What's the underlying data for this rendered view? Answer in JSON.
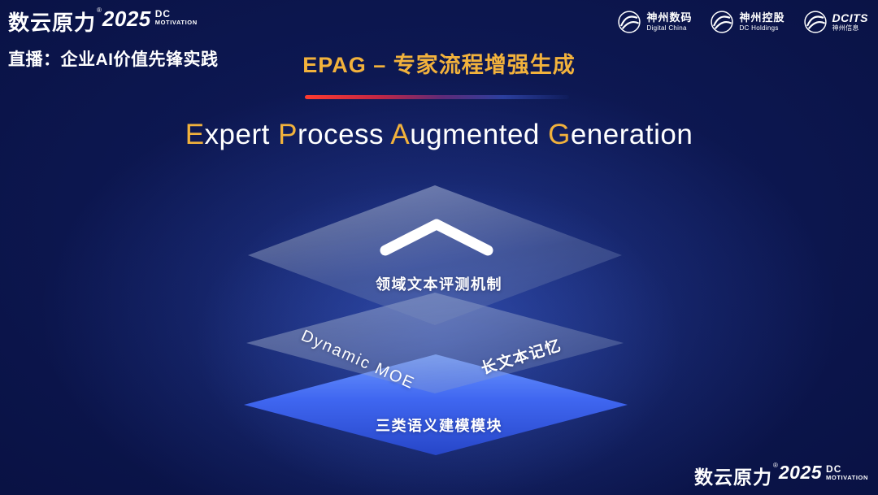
{
  "colors": {
    "background_deep": "#050824",
    "background_glow": "#3e64de",
    "accent_gold": "#f2b23c",
    "layer_blue": "#3f66f0",
    "divider_red": "#ff3b2f",
    "divider_blue": "#2b3f9e",
    "text_white": "#ffffff"
  },
  "header": {
    "brand": {
      "name": "数云原力",
      "reg": "®",
      "year": "2025",
      "sub_top": "DC",
      "sub_bottom": "MOTIVATION"
    },
    "live_label": "直播：企业AI价值先锋实践",
    "partner_logos": [
      {
        "name": "神州数码",
        "sub": "Digital China",
        "icon": "digital-china-swoosh"
      },
      {
        "name": "神州控股",
        "sub": "DC Holdings",
        "icon": "dc-holdings-swoosh"
      },
      {
        "name": "DCITS",
        "sub": "神州信息",
        "icon": "dcits-swoosh"
      }
    ]
  },
  "title": {
    "text": "EPAG – 专家流程增强生成"
  },
  "subtitle": {
    "segments": [
      {
        "text": "E",
        "accent": true
      },
      {
        "text": "xpert ",
        "accent": false
      },
      {
        "text": "P",
        "accent": true
      },
      {
        "text": "rocess ",
        "accent": false
      },
      {
        "text": "A",
        "accent": true
      },
      {
        "text": "ugmented ",
        "accent": false
      },
      {
        "text": "G",
        "accent": true
      },
      {
        "text": "eneration",
        "accent": false
      }
    ]
  },
  "diagram": {
    "top_layer": {
      "label": "领域文本评测机制",
      "icon": "chevron-up"
    },
    "middle_layer": {
      "label_left": "Dynamic MOE",
      "label_right": "长文本记忆"
    },
    "bottom_layer": {
      "label": "三类语义建模模块"
    }
  },
  "footer": {
    "brand": {
      "name": "数云原力",
      "reg": "®",
      "year": "2025",
      "sub_top": "DC",
      "sub_bottom": "MOTIVATION"
    }
  }
}
